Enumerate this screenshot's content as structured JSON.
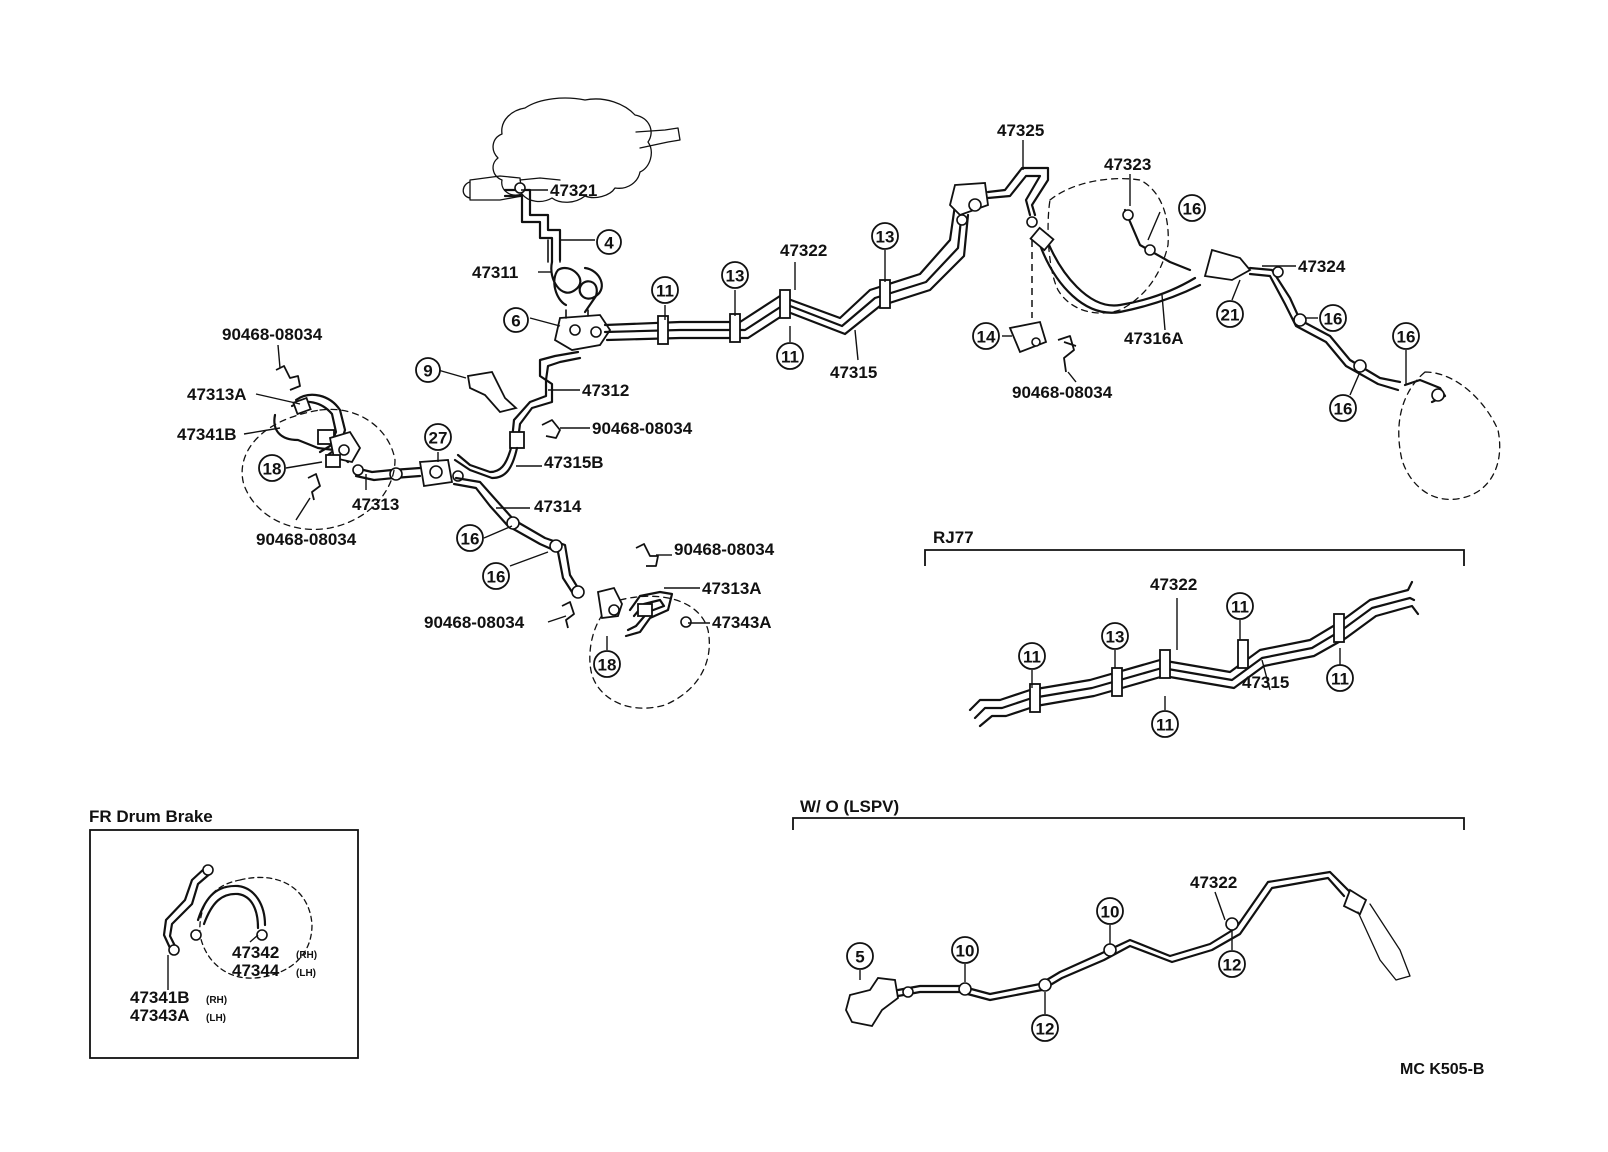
{
  "labels": {
    "p47321": "47321",
    "p47311": "47311",
    "p47312": "47312",
    "p90468_a": "90468-08034",
    "p90468_b": "90468-08034",
    "p90468_c": "90468-08034",
    "p90468_d": "90468-08034",
    "p90468_e": "90468-08034",
    "p90468_f": "90468-08034",
    "p47313A_a": "47313A",
    "p47341B": "47341B",
    "p47313": "47313",
    "p47315B": "47315B",
    "p47314": "47314",
    "p47313A_b": "47313A",
    "p47343A": "47343A",
    "p47322": "47322",
    "p47315": "47315",
    "p47325": "47325",
    "p47323": "47323",
    "p47324": "47324",
    "p47316A": "47316A"
  },
  "callouts": {
    "c4": "4",
    "c6": "6",
    "c9": "9",
    "c27": "27",
    "c18a": "18",
    "c16a": "16",
    "c16b": "16",
    "c18b": "18",
    "c11a": "11",
    "c13a": "13",
    "c11b": "11",
    "c13b": "13",
    "c14": "14",
    "c16c": "16",
    "c21": "21",
    "c16d": "16",
    "c16e": "16",
    "c16f": "16"
  },
  "rj77": {
    "title": "RJ77",
    "p47322": "47322",
    "p47315": "47315",
    "c11a": "11",
    "c13": "13",
    "c11b": "11",
    "c11c": "11",
    "c11d": "11"
  },
  "wo_lspv": {
    "title": "W/ O (LSPV)",
    "p47322": "47322",
    "c5": "5",
    "c10a": "10",
    "c10b": "10",
    "c12a": "12",
    "c12b": "12"
  },
  "fr_drum": {
    "title": "FR Drum Brake",
    "p47342": "47342",
    "rh1": "(RH)",
    "p47344": "47344",
    "lh1": "(LH)",
    "p47341B": "47341B",
    "rh2": "(RH)",
    "p47343A": "47343A",
    "lh2": "(LH)"
  },
  "diagram_code": "MC  K505-B"
}
